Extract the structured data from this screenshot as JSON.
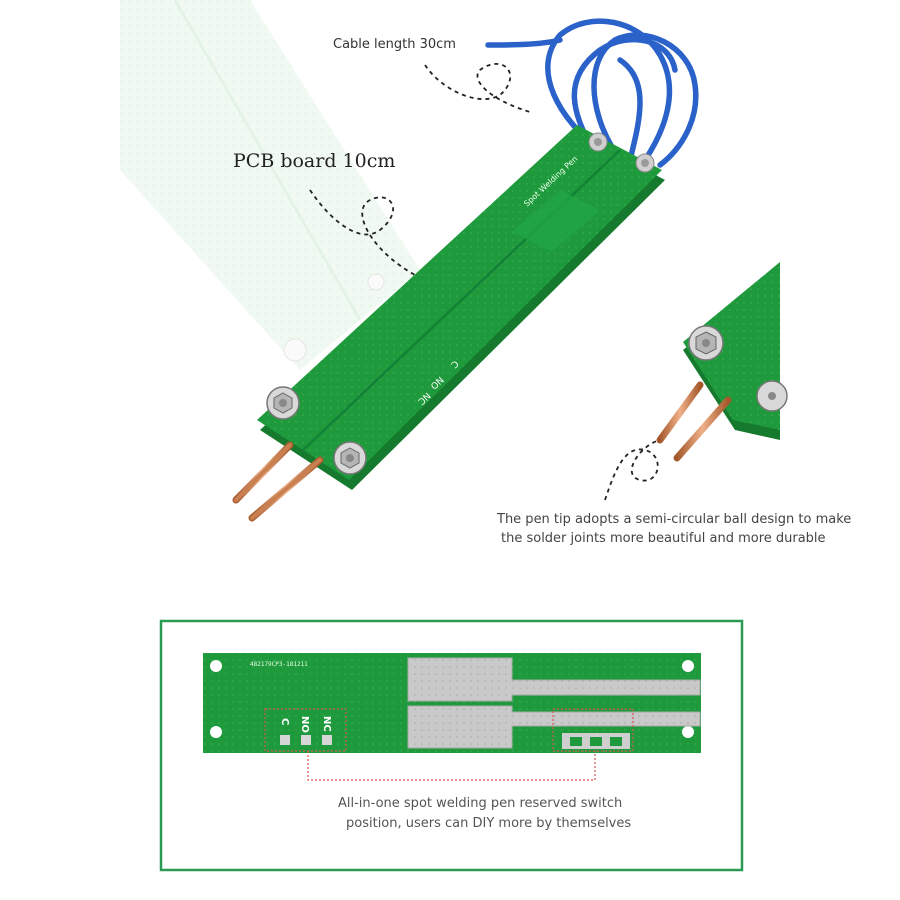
{
  "annotations": {
    "cable_length": "Cable length 30cm",
    "pcb_board": "PCB board 10cm",
    "pen_tip_line1": "The pen tip adopts a semi-circular ball design to make",
    "pen_tip_line2": "the solder joints more beautiful and more durable",
    "switch_line1": "All-in-one spot welding pen reserved switch",
    "switch_line2": "position, users can DIY more by themselves"
  },
  "pcb_silkscreen": {
    "pen_title": "Spot Welding Pen",
    "part_code": "482179CP3-181211",
    "pin_c": "C",
    "pin_no": "NO",
    "pin_nc": "NC"
  },
  "colors": {
    "pcb_green": "#1e9a3c",
    "pcb_dark": "#157a2e",
    "wire_blue": "#2a62c9",
    "copper": "#c98050",
    "pad_silver": "#c9c9c9",
    "frame_green": "#2a9a52",
    "marker_red": "#d9534f"
  }
}
